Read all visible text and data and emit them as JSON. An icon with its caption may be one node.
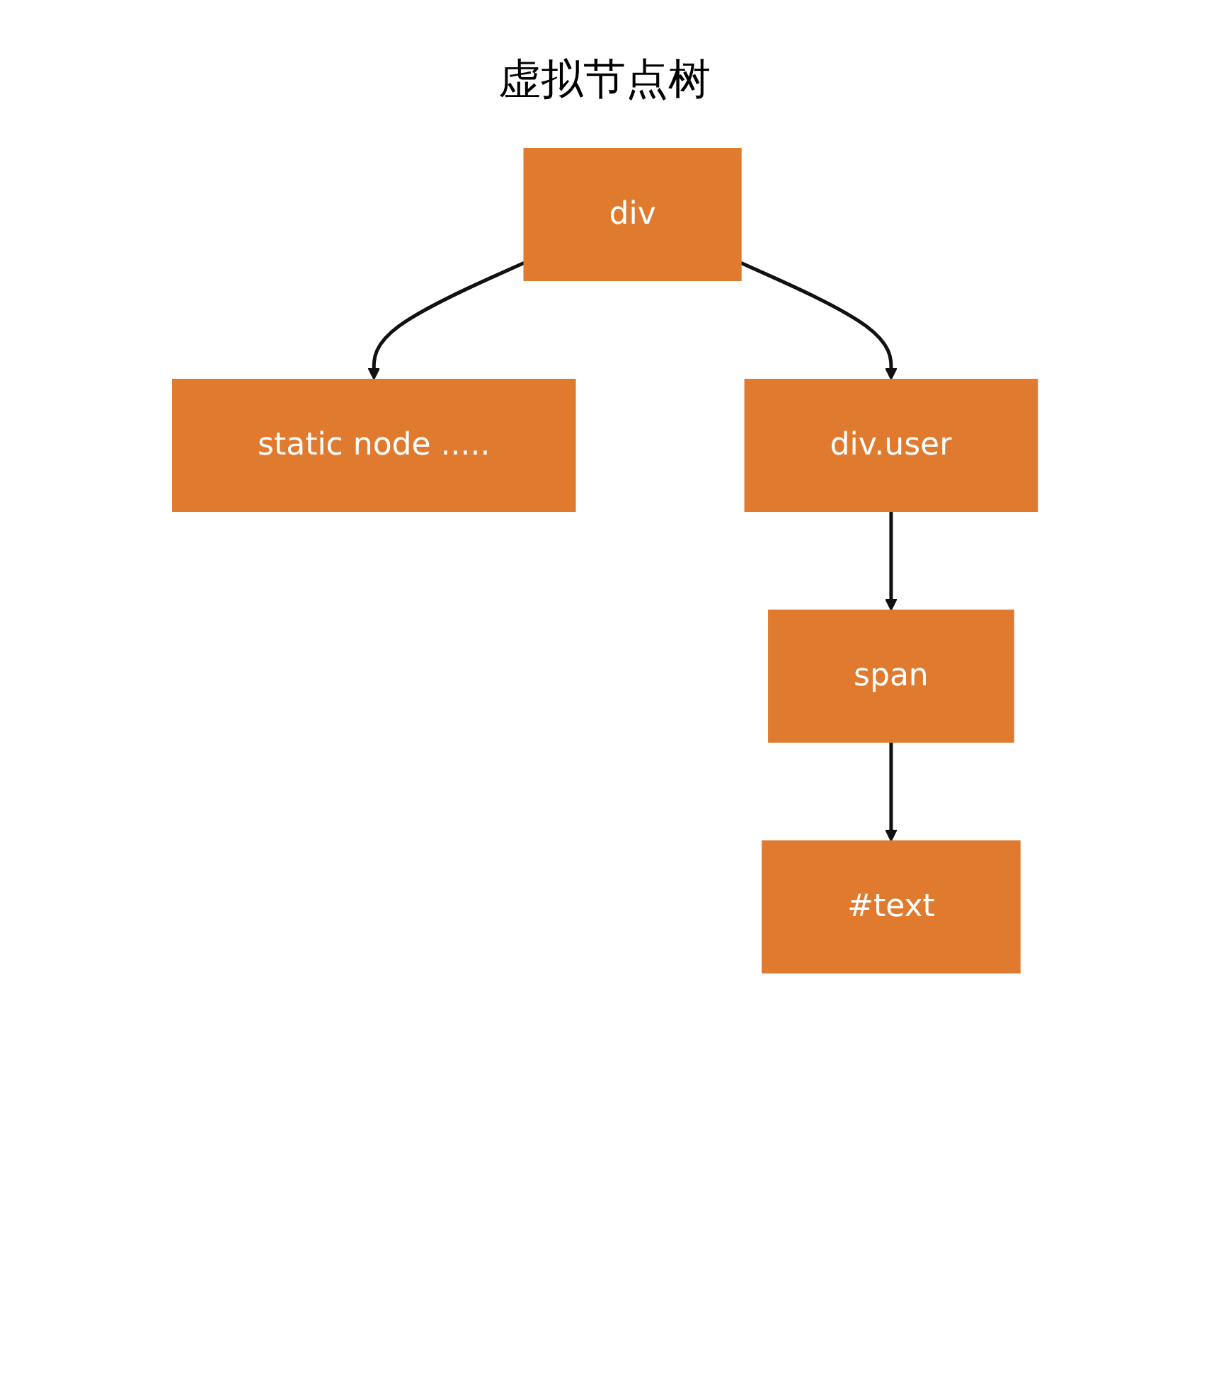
{
  "diagram": {
    "title": "虚拟节点树",
    "nodes": [
      {
        "text": [
          "div"
        ]
      },
      {
        "text": [
          "static node ....."
        ]
      },
      {
        "text": [
          "div.user"
        ]
      },
      {
        "text": [
          "span"
        ]
      },
      {
        "text": [
          "#text"
        ]
      }
    ],
    "edges": [
      {
        "from": 0,
        "to": 1,
        "arrow": "to"
      },
      {
        "from": 0,
        "to": 2,
        "arrow": "to"
      },
      {
        "from": 2,
        "to": 3,
        "arrow": "to"
      },
      {
        "from": 3,
        "to": 4,
        "arrow": "to"
      }
    ]
  }
}
